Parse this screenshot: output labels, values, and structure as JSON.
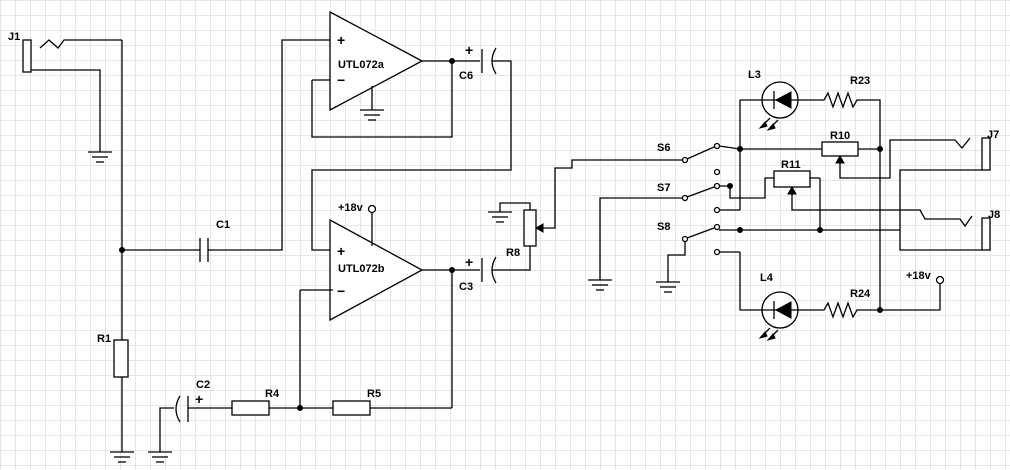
{
  "labels": {
    "J1": "J1",
    "C1": "C1",
    "R1": "R1",
    "C2": "C2",
    "R4": "R4",
    "R5": "R5",
    "U1": "UTL072a",
    "U2": "UTL072b",
    "C6": "C6",
    "C3": "C3",
    "R8": "R8",
    "S6": "S6",
    "S7": "S7",
    "S8": "S8",
    "L3": "L3",
    "L4": "L4",
    "R23": "R23",
    "R24": "R24",
    "R10": "R10",
    "R11": "R11",
    "J7": "J7",
    "J8": "J8",
    "supply1": "+18v",
    "supply2": "+18v"
  },
  "signs": {
    "plus": "+",
    "minus": "−"
  }
}
